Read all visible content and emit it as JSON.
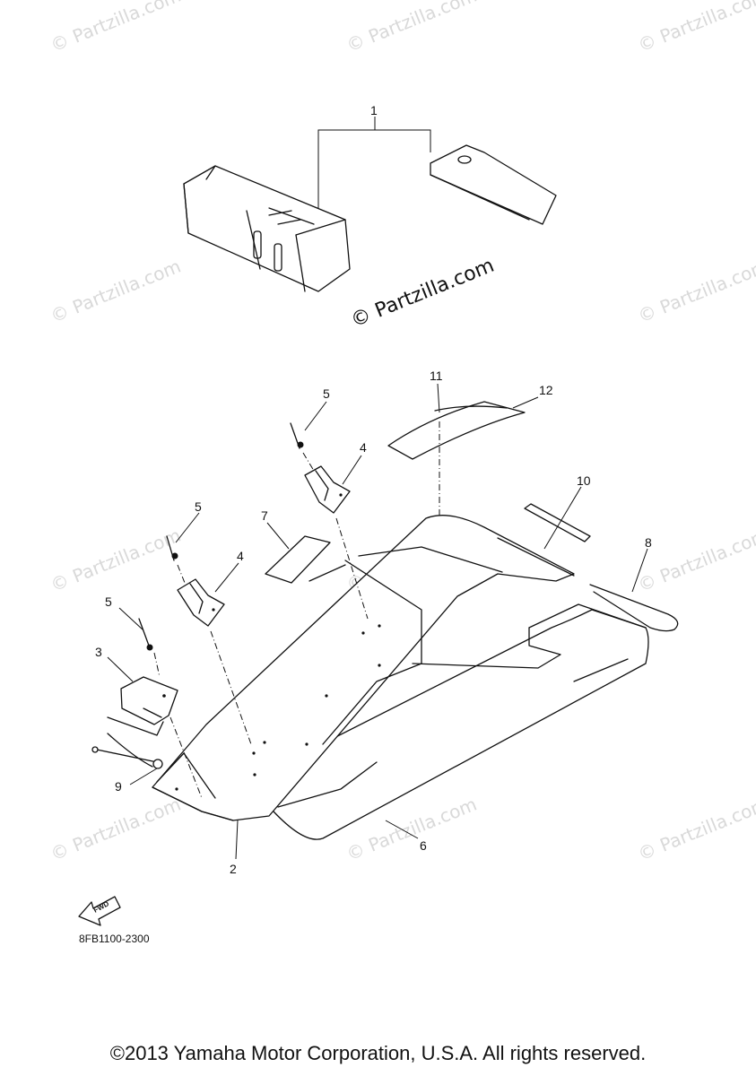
{
  "watermarks": {
    "brand": "© Partzilla.com",
    "center": "© Partzilla.com"
  },
  "callouts": {
    "c1": "1",
    "c2": "2",
    "c3": "3",
    "c4a": "4",
    "c4b": "4",
    "c5a": "5",
    "c5b": "5",
    "c5c": "5",
    "c6": "6",
    "c7": "7",
    "c8": "8",
    "c9": "9",
    "c10": "10",
    "c11": "11",
    "c12": "12"
  },
  "fwd_label": "FWD",
  "diagram_code": "8FB1100-2300",
  "copyright": "©2013 Yamaha Motor Corporation, U.S.A. All rights reserved."
}
